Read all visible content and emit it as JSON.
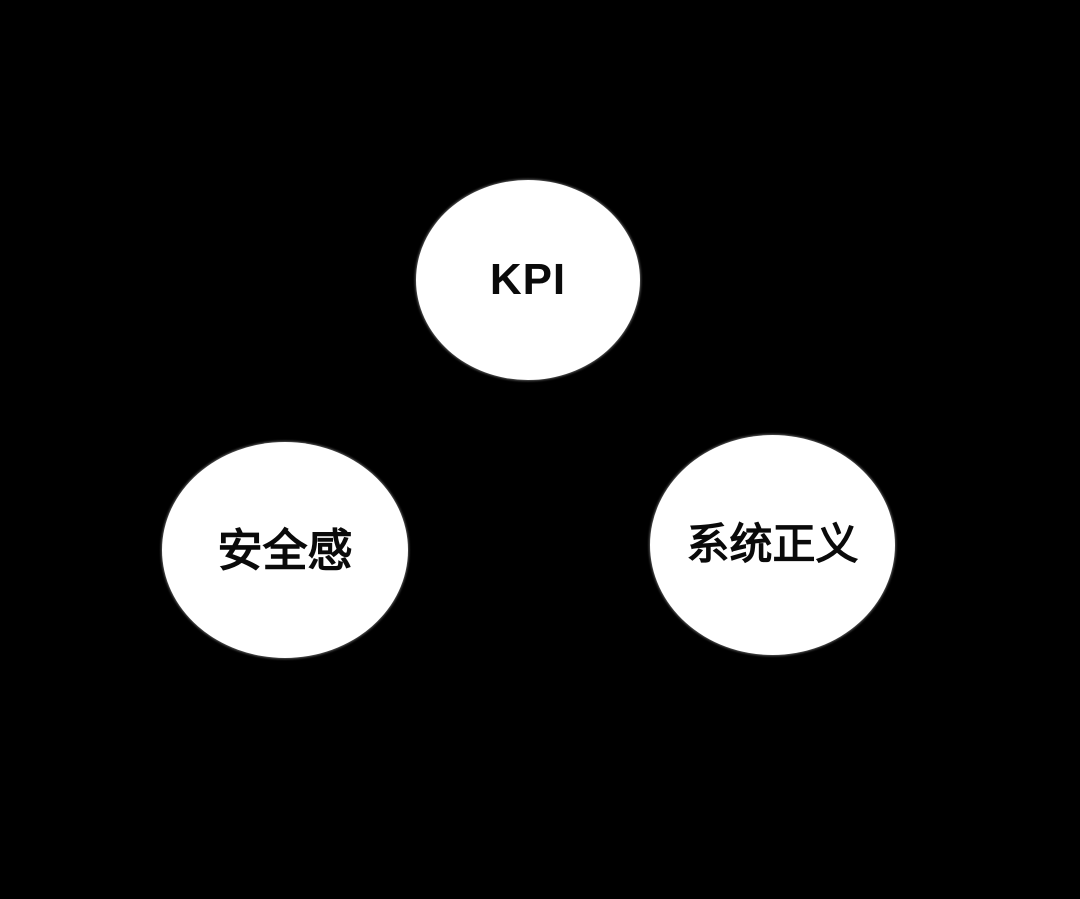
{
  "diagram": {
    "background_color": "#000000",
    "node_fill_color": "#ffffff",
    "node_text_color": "#0a0a0a",
    "nodes": [
      {
        "id": "kpi",
        "label": "KPI"
      },
      {
        "id": "security",
        "label": "安全感"
      },
      {
        "id": "justice",
        "label": "系统正义"
      }
    ]
  }
}
